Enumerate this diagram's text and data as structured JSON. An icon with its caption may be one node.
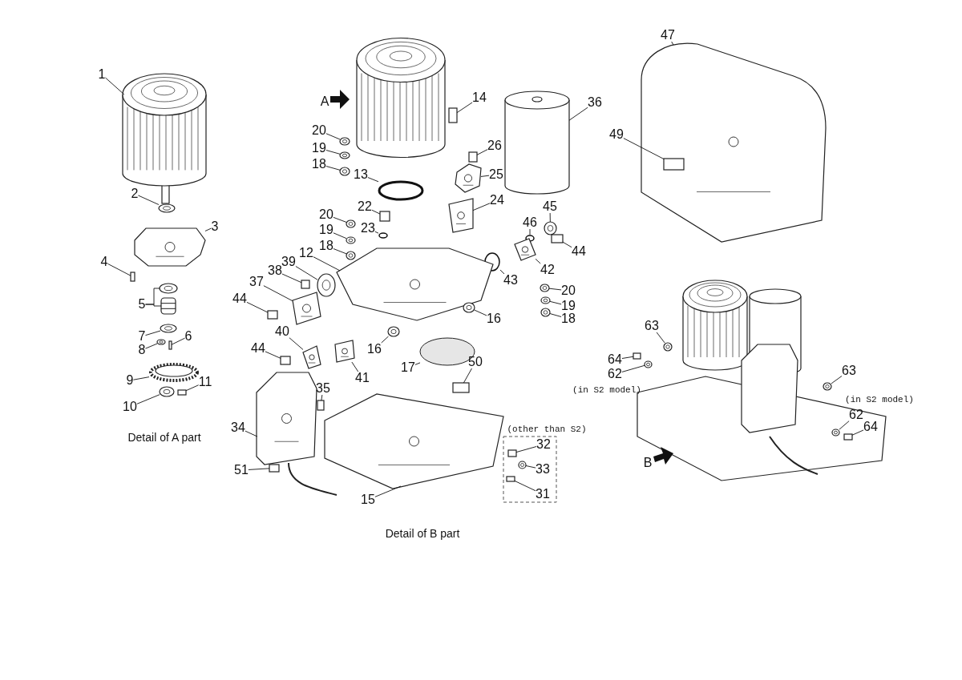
{
  "diagram": {
    "nodes": [
      {
        "text": [
          "1"
        ]
      },
      {
        "text": [
          "2"
        ]
      },
      {
        "text": [
          "3"
        ]
      },
      {
        "text": [
          "4"
        ]
      },
      {
        "text": [
          "5"
        ]
      },
      {
        "text": [
          "7"
        ]
      },
      {
        "text": [
          "6"
        ]
      },
      {
        "text": [
          "8"
        ]
      },
      {
        "text": [
          "9"
        ]
      },
      {
        "text": [
          "11"
        ]
      },
      {
        "text": [
          "10"
        ]
      },
      {
        "text": [
          "20"
        ]
      },
      {
        "text": [
          "19"
        ]
      },
      {
        "text": [
          "18"
        ]
      },
      {
        "text": [
          "14"
        ]
      },
      {
        "text": [
          "13"
        ]
      },
      {
        "text": [
          "26"
        ]
      },
      {
        "text": [
          "25"
        ]
      },
      {
        "text": [
          "24"
        ]
      },
      {
        "text": [
          "36"
        ]
      },
      {
        "text": [
          "22"
        ]
      },
      {
        "text": [
          "23"
        ]
      },
      {
        "text": [
          "20"
        ]
      },
      {
        "text": [
          "19"
        ]
      },
      {
        "text": [
          "18"
        ]
      },
      {
        "text": [
          "46"
        ]
      },
      {
        "text": [
          "45"
        ]
      },
      {
        "text": [
          "44"
        ]
      },
      {
        "text": [
          "42"
        ]
      },
      {
        "text": [
          "43"
        ]
      },
      {
        "text": [
          "12"
        ]
      },
      {
        "text": [
          "39"
        ]
      },
      {
        "text": [
          "38"
        ]
      },
      {
        "text": [
          "37"
        ]
      },
      {
        "text": [
          "20"
        ]
      },
      {
        "text": [
          "19"
        ]
      },
      {
        "text": [
          "18"
        ]
      },
      {
        "text": [
          "44"
        ]
      },
      {
        "text": [
          "16"
        ]
      },
      {
        "text": [
          "40"
        ]
      },
      {
        "text": [
          "16"
        ]
      },
      {
        "text": [
          "44"
        ]
      },
      {
        "text": [
          "41"
        ]
      },
      {
        "text": [
          "17"
        ]
      },
      {
        "text": [
          "50"
        ]
      },
      {
        "text": [
          "35"
        ]
      },
      {
        "text": [
          "32"
        ]
      },
      {
        "text": [
          "34"
        ]
      },
      {
        "text": [
          "33"
        ]
      },
      {
        "text": [
          "51"
        ]
      },
      {
        "text": [
          "15"
        ]
      },
      {
        "text": [
          "31"
        ]
      },
      {
        "text": [
          "47"
        ]
      },
      {
        "text": [
          "49"
        ]
      },
      {
        "text": [
          "63"
        ]
      },
      {
        "text": [
          "64"
        ]
      },
      {
        "text": [
          "62"
        ]
      },
      {
        "text": [
          "63"
        ]
      },
      {
        "text": [
          "62"
        ]
      },
      {
        "text": [
          "64"
        ]
      },
      {
        "text": [],
        "shape": "picture"
      },
      {
        "text": [],
        "shape": "picture"
      },
      {
        "text": [],
        "shape": "picture"
      },
      {
        "text": [],
        "shape": "box"
      },
      {
        "text": [],
        "shape": "picture"
      },
      {
        "text": [],
        "shape": "picture"
      },
      {
        "text": [],
        "shape": "picture"
      },
      {
        "text": [],
        "shape": "box"
      },
      {
        "text": [],
        "shape": "picture"
      },
      {
        "text": [],
        "shape": "picture"
      },
      {
        "text": [],
        "shape": "box"
      },
      {
        "text": [],
        "shape": "picture"
      },
      {
        "text": [],
        "shape": "picture"
      },
      {
        "text": [],
        "shape": "picture"
      },
      {
        "text": [],
        "shape": "picture"
      },
      {
        "text": [],
        "shape": "box"
      },
      {
        "text": [],
        "shape": "circle"
      },
      {
        "text": [],
        "shape": "box"
      },
      {
        "text": [],
        "shape": "picture"
      },
      {
        "text": [],
        "shape": "picture"
      },
      {
        "text": [],
        "shape": "cylinder"
      },
      {
        "text": [],
        "shape": "box"
      },
      {
        "text": [],
        "shape": "circle"
      },
      {
        "text": [],
        "shape": "picture"
      },
      {
        "text": [],
        "shape": "picture"
      },
      {
        "text": [],
        "shape": "picture"
      },
      {
        "text": [],
        "shape": "circle"
      },
      {
        "text": [],
        "shape": "picture"
      },
      {
        "text": [],
        "shape": "box"
      },
      {
        "text": [],
        "shape": "picture"
      },
      {
        "text": [],
        "shape": "circle"
      },
      {
        "text": [],
        "shape": "picture"
      },
      {
        "text": [],
        "shape": "picture"
      },
      {
        "text": [],
        "shape": "box"
      },
      {
        "text": [],
        "shape": "picture"
      },
      {
        "text": [],
        "shape": "picture"
      },
      {
        "text": [],
        "shape": "picture"
      },
      {
        "text": [],
        "shape": "picture"
      },
      {
        "text": [],
        "shape": "box"
      },
      {
        "text": [],
        "shape": "picture"
      },
      {
        "text": [],
        "shape": "picture"
      },
      {
        "text": [],
        "shape": "picture"
      },
      {
        "text": [],
        "shape": "box"
      },
      {
        "text": [],
        "shape": "picture"
      },
      {
        "text": [],
        "shape": "circle"
      },
      {
        "text": [],
        "shape": "box"
      },
      {
        "text": [],
        "shape": "box"
      },
      {
        "text": [],
        "shape": "box"
      },
      {
        "text": [],
        "shape": "picture"
      },
      {
        "text": [],
        "shape": "picture"
      },
      {
        "text": [],
        "shape": "box"
      },
      {
        "text": [],
        "shape": "picture"
      },
      {
        "text": [],
        "shape": "box"
      },
      {
        "text": [],
        "shape": "picture"
      },
      {
        "text": [],
        "shape": "box",
        "in": 113
      },
      {
        "text": [],
        "shape": "picture"
      },
      {
        "text": [],
        "shape": "box"
      },
      {
        "text": [],
        "shape": "picture"
      },
      {
        "text": [],
        "shape": "picture"
      },
      {
        "text": [],
        "shape": "picture"
      },
      {
        "text": [],
        "shape": "box"
      }
    ],
    "edges": [
      {
        "from": 0,
        "to": 60,
        "arrow": "none"
      },
      {
        "from": 1,
        "to": 61,
        "arrow": "none"
      },
      {
        "from": 2,
        "to": 62,
        "arrow": "none"
      },
      {
        "from": 3,
        "to": 63,
        "arrow": "none"
      },
      {
        "from": 4,
        "to": 64,
        "arrow": "none"
      },
      {
        "from": 4,
        "to": 65,
        "arrow": "none"
      },
      {
        "from": 5,
        "to": 66,
        "arrow": "none"
      },
      {
        "from": 6,
        "to": 67,
        "arrow": "none"
      },
      {
        "from": 7,
        "to": 68,
        "arrow": "none"
      },
      {
        "from": 8,
        "to": 69,
        "arrow": "none"
      },
      {
        "from": 9,
        "to": 70,
        "arrow": "none"
      },
      {
        "from": 10,
        "to": 71,
        "arrow": "none"
      },
      {
        "from": 11,
        "to": 72,
        "arrow": "none"
      },
      {
        "from": 12,
        "to": 73,
        "arrow": "none"
      },
      {
        "from": 13,
        "to": 74,
        "arrow": "none"
      },
      {
        "from": 14,
        "to": 75,
        "arrow": "none"
      },
      {
        "from": 15,
        "to": 76,
        "arrow": "none"
      },
      {
        "from": 16,
        "to": 77,
        "arrow": "none"
      },
      {
        "from": 17,
        "to": 78,
        "arrow": "none"
      },
      {
        "from": 18,
        "to": 79,
        "arrow": "none"
      },
      {
        "from": 19,
        "to": 80,
        "arrow": "none"
      },
      {
        "from": 20,
        "to": 81,
        "arrow": "none"
      },
      {
        "from": 21,
        "to": 82,
        "arrow": "none"
      },
      {
        "from": 22,
        "to": 83,
        "arrow": "none"
      },
      {
        "from": 23,
        "to": 84,
        "arrow": "none"
      },
      {
        "from": 24,
        "to": 85,
        "arrow": "none"
      },
      {
        "from": 25,
        "to": 86,
        "arrow": "none"
      },
      {
        "from": 26,
        "to": 87,
        "arrow": "none"
      },
      {
        "from": 27,
        "to": 88,
        "arrow": "none"
      },
      {
        "from": 28,
        "to": 89,
        "arrow": "none"
      },
      {
        "from": 29,
        "to": 90,
        "arrow": "none"
      },
      {
        "from": 30,
        "to": 91,
        "arrow": "none"
      },
      {
        "from": 31,
        "to": 92,
        "arrow": "none"
      },
      {
        "from": 32,
        "to": 93,
        "arrow": "none"
      },
      {
        "from": 33,
        "to": 94,
        "arrow": "none"
      },
      {
        "from": 34,
        "to": 95,
        "arrow": "none"
      },
      {
        "from": 35,
        "to": 96,
        "arrow": "none"
      },
      {
        "from": 36,
        "to": 97,
        "arrow": "none"
      },
      {
        "from": 37,
        "to": 98,
        "arrow": "none"
      },
      {
        "from": 38,
        "to": 99,
        "arrow": "none"
      },
      {
        "from": 39,
        "to": 100,
        "arrow": "none"
      },
      {
        "from": 40,
        "to": 101,
        "arrow": "none"
      },
      {
        "from": 41,
        "to": 102,
        "arrow": "none"
      },
      {
        "from": 42,
        "to": 103,
        "arrow": "none"
      },
      {
        "from": 43,
        "to": 104,
        "arrow": "none"
      },
      {
        "from": 44,
        "to": 105,
        "arrow": "none"
      },
      {
        "from": 45,
        "to": 106,
        "arrow": "none"
      },
      {
        "from": 46,
        "to": 107,
        "arrow": "none"
      },
      {
        "from": 47,
        "to": 108,
        "arrow": "none"
      },
      {
        "from": 48,
        "to": 109,
        "arrow": "none"
      },
      {
        "from": 49,
        "to": 110,
        "arrow": "none"
      },
      {
        "from": 50,
        "to": 111,
        "arrow": "none"
      },
      {
        "from": 51,
        "to": 112,
        "arrow": "none"
      },
      {
        "from": 52,
        "to": 113,
        "arrow": "none"
      },
      {
        "from": 53,
        "to": 114,
        "arrow": "none"
      },
      {
        "from": 54,
        "to": 115,
        "arrow": "none"
      },
      {
        "from": 55,
        "to": 116,
        "arrow": "none"
      },
      {
        "from": 56,
        "to": 117,
        "arrow": "none"
      },
      {
        "from": 57,
        "to": 118,
        "arrow": "none"
      },
      {
        "from": 58,
        "to": 119,
        "arrow": "none"
      },
      {
        "from": 59,
        "to": 120,
        "arrow": "none"
      }
    ],
    "labels": [
      "A",
      "Detail of A part",
      "(in S2 model)",
      "(other than S2)",
      "(in S2 model)",
      "B",
      "Detail of B part"
    ]
  }
}
